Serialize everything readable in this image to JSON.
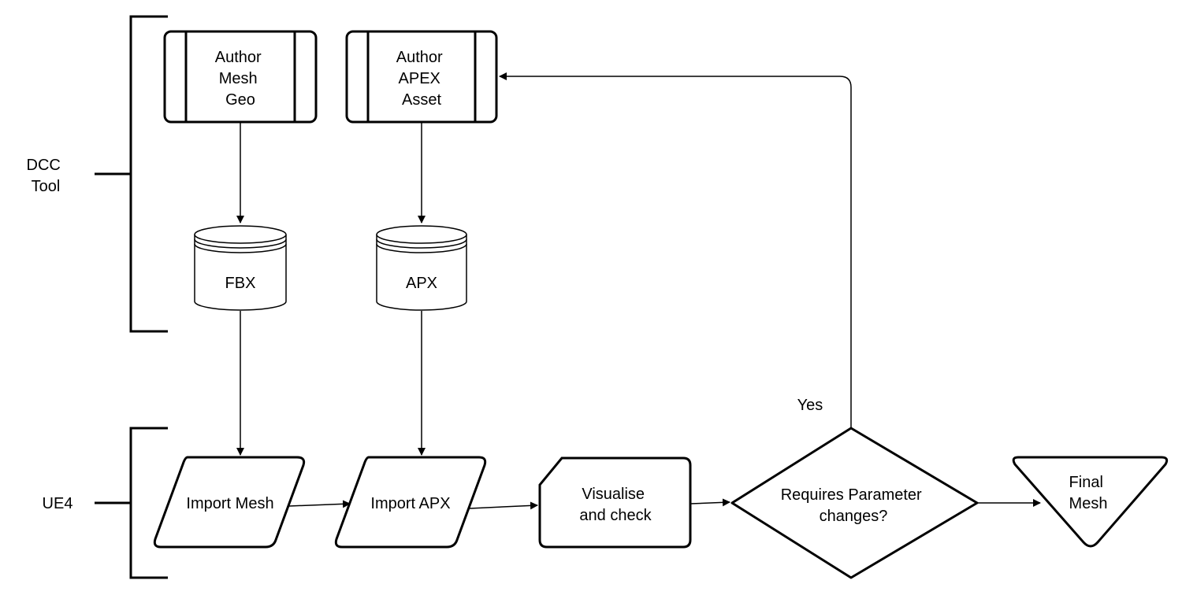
{
  "groups": {
    "dcc_tool": [
      "DCC",
      "Tool"
    ],
    "ue4": [
      "UE4"
    ]
  },
  "nodes": {
    "author_mesh_geo": [
      "Author",
      "Mesh",
      "Geo"
    ],
    "author_apex_asset": [
      "Author",
      "APEX",
      "Asset"
    ],
    "fbx": "FBX",
    "apx": "APX",
    "import_mesh": "Import Mesh",
    "import_apx": "Import APX",
    "visualise_check": [
      "Visualise",
      "and check"
    ],
    "requires_parameter_changes": [
      "Requires Parameter",
      "changes?"
    ],
    "final_mesh": [
      "Final",
      "Mesh"
    ]
  },
  "edge_labels": {
    "yes": "Yes"
  }
}
